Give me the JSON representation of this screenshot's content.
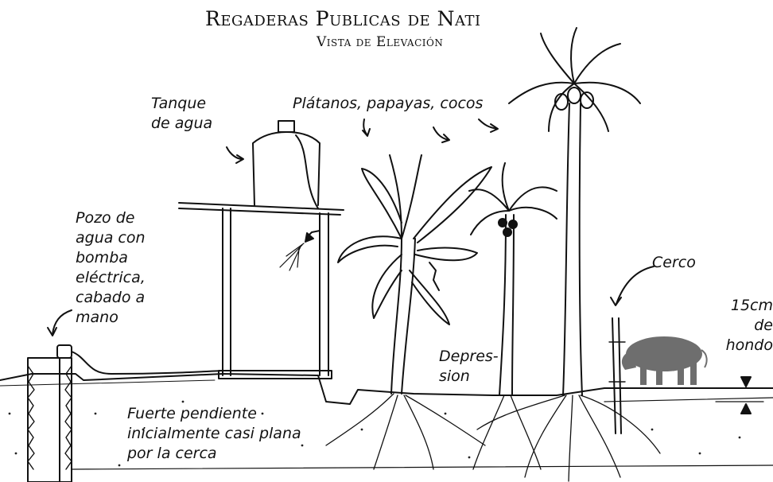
{
  "title": {
    "main": "Regaderas Publicas de Nati",
    "sub": "Vista de Elevación"
  },
  "labels": {
    "tank": [
      "Tanque",
      "de agua"
    ],
    "trees": "Plátanos, papayas, cocos",
    "well": [
      "Pozo de",
      "agua con",
      "bomba",
      "eléctrica,",
      "cabado a",
      "mano"
    ],
    "fence": "Cerco",
    "depth": [
      "15cm",
      "de",
      "hondo"
    ],
    "depression": [
      "Depres-",
      "sion"
    ],
    "slope": [
      "Fuerte pendiente",
      "inicialmente casi plana",
      "por la cerca"
    ]
  },
  "colors": {
    "ink": "#111111",
    "pig": "#6e6e6e",
    "trunk_dots": "#222222"
  }
}
